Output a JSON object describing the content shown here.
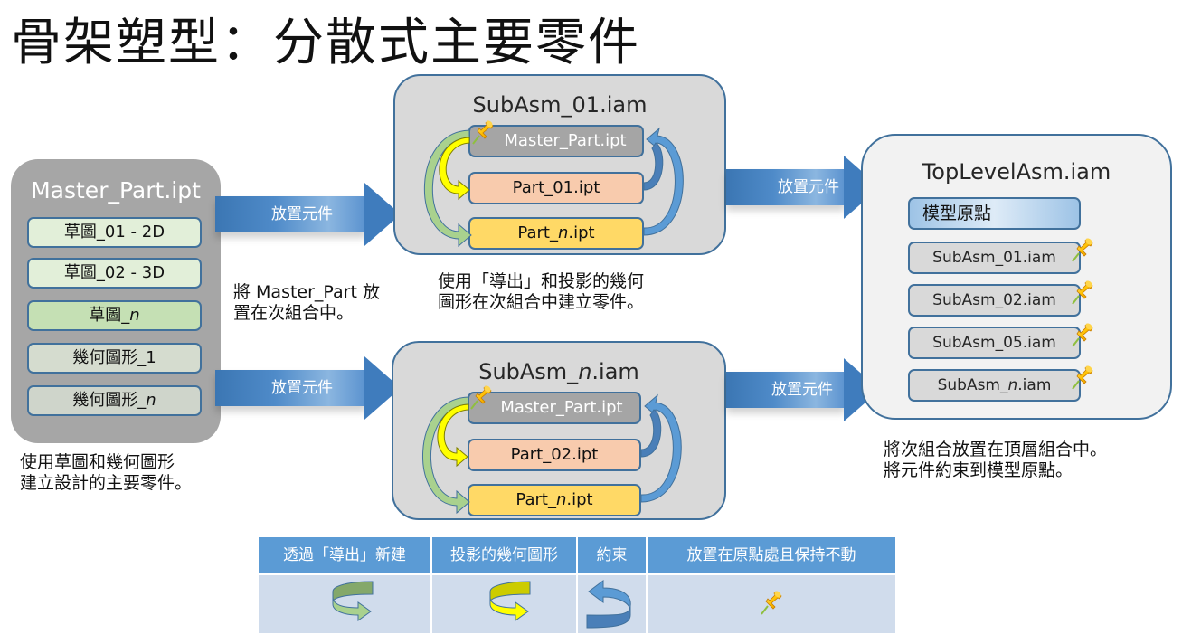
{
  "title": "骨架塑型：分散式主要零件",
  "master_part": {
    "title": "Master_Part.ipt",
    "features": [
      {
        "prefix": "草圖_01 - 2D",
        "italic": ""
      },
      {
        "prefix": "草圖_02 - 3D",
        "italic": ""
      },
      {
        "prefix": "草圖_",
        "italic": "n"
      },
      {
        "prefix": "幾何圖形_1",
        "italic": ""
      },
      {
        "prefix": "幾何圖形_",
        "italic": "n"
      }
    ],
    "caption_line1": "使用草圖和幾何圖形",
    "caption_line2": "建立設計的主要零件。"
  },
  "place_arrows": {
    "label": "放置元件",
    "caption_line1": "將 Master_Part 放",
    "caption_line2": "置在次組合中。"
  },
  "subassemblies": [
    {
      "title_prefix": "SubAsm_",
      "title_italic": "",
      "title_suffix": "01.iam",
      "master": "Master_Part.ipt",
      "part1": "Part_01.ipt",
      "partn_prefix": "Part_",
      "partn_italic": "n",
      "partn_suffix": ".ipt"
    },
    {
      "title_prefix": "SubAsm_",
      "title_italic": "n",
      "title_suffix": ".iam",
      "master": "Master_Part.ipt",
      "part1": "Part_02.ipt",
      "partn_prefix": "Part_",
      "partn_italic": "n",
      "partn_suffix": ".ipt"
    }
  ],
  "subasm_caption_line1": "使用「導出」和投影的幾何",
  "subasm_caption_line2": "圖形在次組合中建立零件。",
  "top_level": {
    "title": "TopLevelAsm.iam",
    "origin": "模型原點",
    "items": [
      {
        "prefix": "SubAsm_01.iam",
        "italic": "",
        "suffix": ""
      },
      {
        "prefix": "SubAsm_02.iam",
        "italic": "",
        "suffix": ""
      },
      {
        "prefix": "SubAsm_05.iam",
        "italic": "",
        "suffix": ""
      },
      {
        "prefix": "SubAsm_",
        "italic": "n",
        "suffix": ".iam"
      }
    ],
    "caption_line1": "將次組合放置在頂層組合中。",
    "caption_line2": "將元件約束到模型原點。"
  },
  "legend": {
    "headers": [
      "透過「導出」新建",
      "投影的幾何圖形",
      "約束",
      "放置在原點處且保持不動"
    ],
    "icons": [
      "green-curved-arrow-icon",
      "yellow-curved-arrow-icon",
      "blue-curved-arrow-icon",
      "pushpin-icon"
    ]
  },
  "colors": {
    "accent_blue": "#41719c",
    "arrow_blue": "#4f8bc9",
    "legend_header": "#5b9bd5",
    "legend_cell": "#d0dcec",
    "derive_green": "#a9d18e",
    "project_yellow": "#ffff00",
    "constrain_blue": "#5b9bd5",
    "pin_orange": "#ffc000"
  }
}
